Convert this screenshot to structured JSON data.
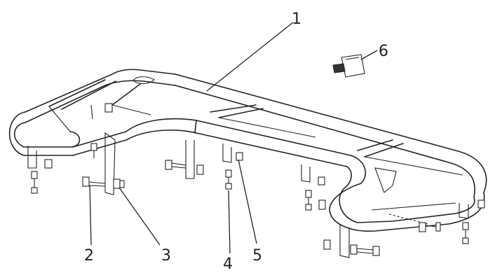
{
  "diagram": {
    "callouts": [
      {
        "id": "1",
        "label": "1"
      },
      {
        "id": "2",
        "label": "2"
      },
      {
        "id": "3",
        "label": "3"
      },
      {
        "id": "4",
        "label": "4"
      },
      {
        "id": "5",
        "label": "5"
      },
      {
        "id": "6",
        "label": "6"
      }
    ]
  }
}
